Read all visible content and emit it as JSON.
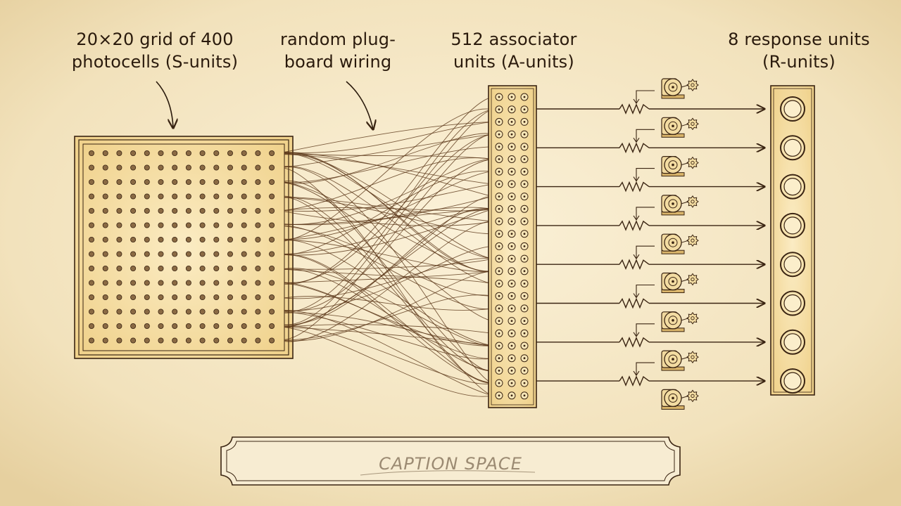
{
  "labels": {
    "s_grid": [
      "20×20 grid of 400",
      "photocells (S-units)"
    ],
    "plugboard": [
      "random plug-",
      "board wiring"
    ],
    "a_units": [
      "512 associator",
      "units (A-units)"
    ],
    "r_units": [
      "8 response units",
      "(R-units)"
    ]
  },
  "caption": "CAPTION SPACE",
  "structure": {
    "s_grid_rows": 14,
    "s_grid_cols": 14,
    "a_column_rows": 25,
    "a_column_cols": 3,
    "r_unit_count": 8,
    "motor_count": 9
  },
  "colors": {
    "paper": "#f3e6c4",
    "ink": "#3a2412",
    "panel_fill": "#f6dea2",
    "wire": "#5a3618",
    "caption": "#9b8a72"
  }
}
